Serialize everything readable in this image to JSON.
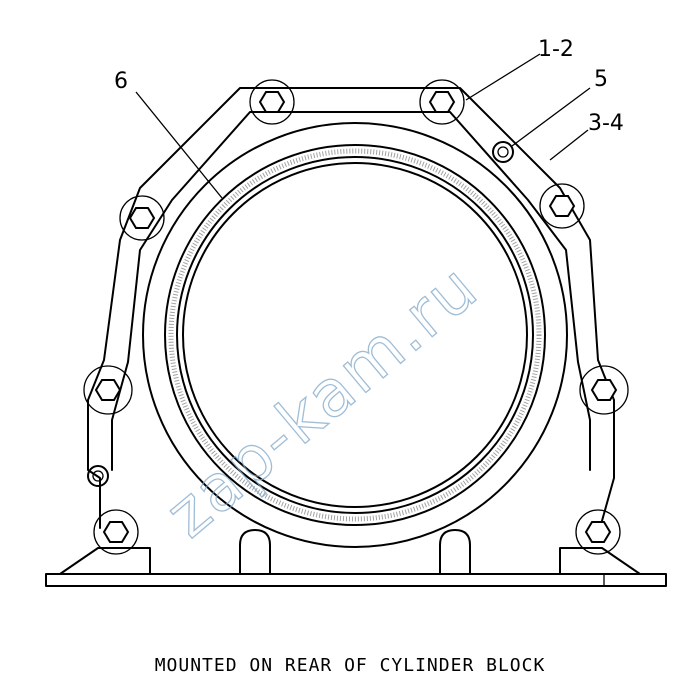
{
  "callouts": {
    "c12": "1-2",
    "c5": "5",
    "c34": "3-4",
    "c6": "6"
  },
  "watermark": "zap-kam.ru",
  "caption": "MOUNTED ON REAR OF CYLINDER BLOCK",
  "colors": {
    "line": "#000000",
    "watermark": "#7fa8c9",
    "background": "#ffffff"
  }
}
